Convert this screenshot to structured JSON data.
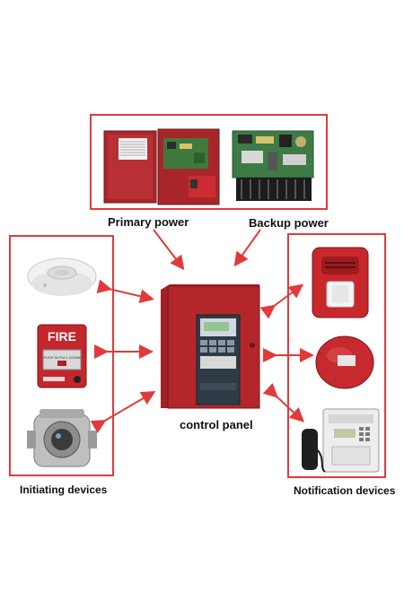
{
  "labels": {
    "primary_power": "Primary power",
    "backup_power": "Backup power",
    "control_panel": "control panel",
    "initiating_devices": "Initiating devices",
    "notification_devices": "Notification devices"
  },
  "devices": {
    "pull_station_text": "FIRE",
    "pull_station_instruction": "PUSH IN PULL DOWN"
  },
  "colors": {
    "frame": "#e23a3a",
    "arrow": "#e23a3a",
    "panel_red": "#b3262a",
    "cabinet_red": "#a8262a"
  },
  "icons": [
    "power-supply-cabinet-icon",
    "circuit-board-icon",
    "smoke-detector-icon",
    "pull-station-icon",
    "flame-detector-icon",
    "control-panel-icon",
    "horn-strobe-icon",
    "alarm-bell-icon",
    "telephone-station-icon"
  ]
}
